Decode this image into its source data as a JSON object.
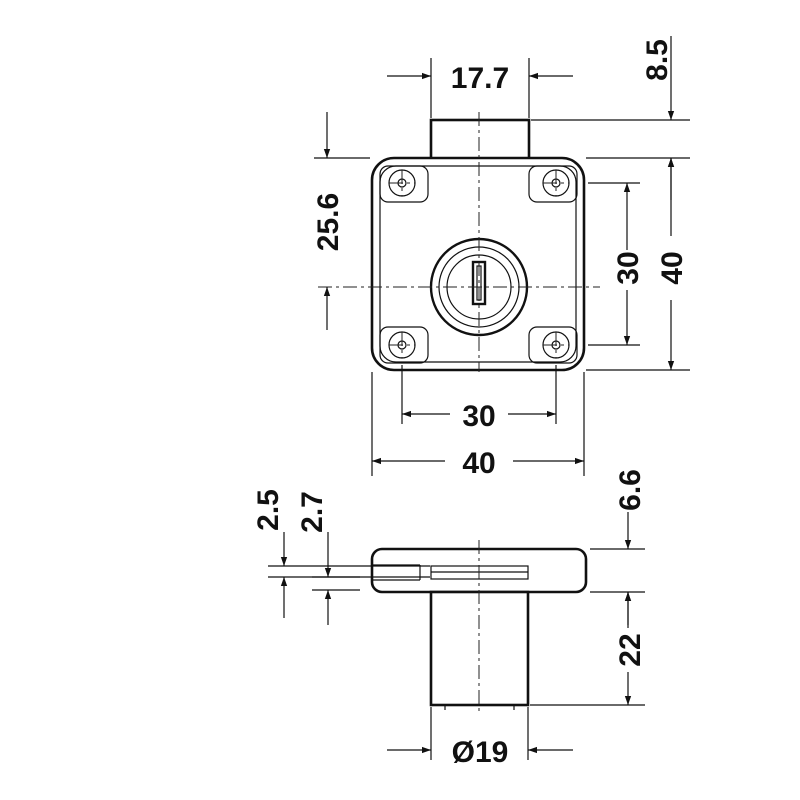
{
  "title": "",
  "dimensions": {
    "top_cylinder_width": "17.7",
    "cylinder_projection": "8.5",
    "keyhole_center_offset": "25.6",
    "hole_spacing_vertical": "30",
    "body_height": "40",
    "hole_spacing_horizontal": "30",
    "body_width": "40",
    "bolt_thickness": "2.5",
    "bolt_offset": "2.7",
    "body_thickness": "6.6",
    "cylinder_length": "22",
    "cylinder_diameter": "Ø19"
  },
  "colors": {
    "line": "#111111",
    "background": "#ffffff"
  }
}
